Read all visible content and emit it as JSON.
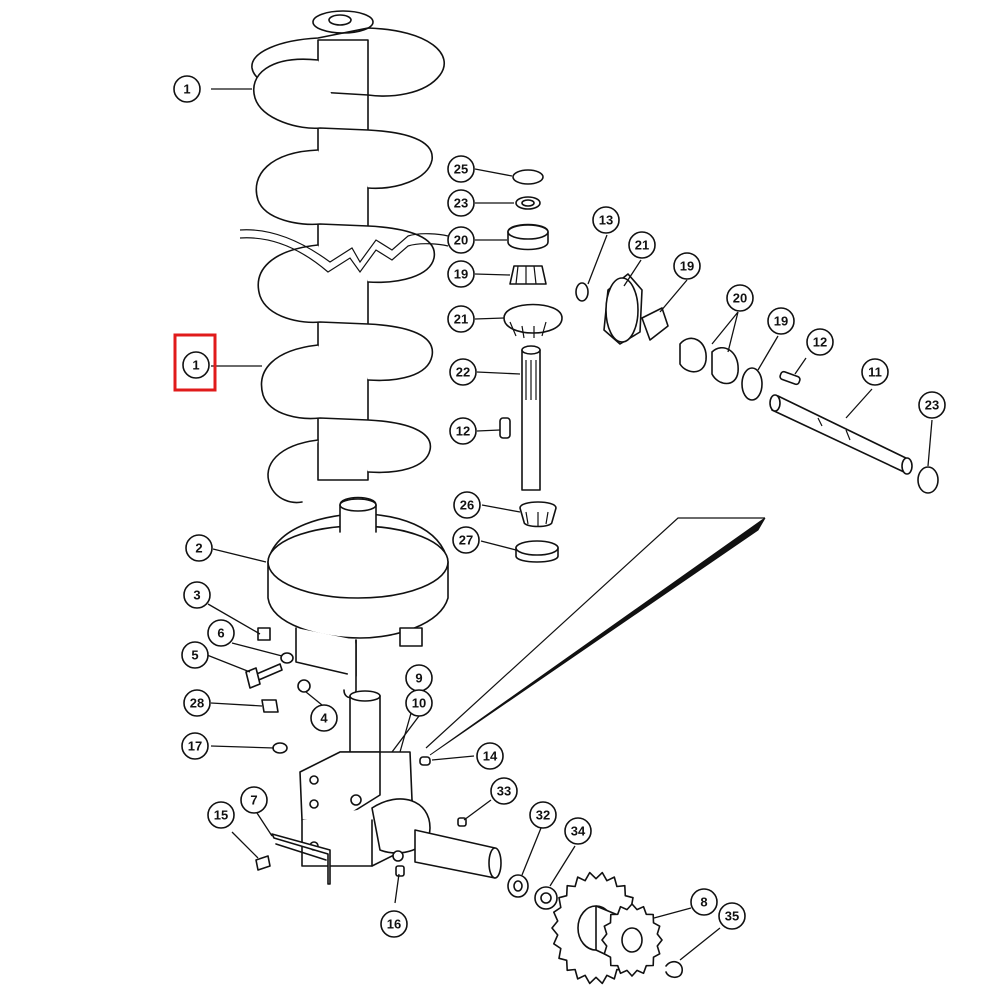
{
  "colors": {
    "line": "#111111",
    "background": "#ffffff",
    "highlight": "#e01b1b"
  },
  "callouts": [
    {
      "id": "c1a",
      "label": "1",
      "highlighted": false
    },
    {
      "id": "c1b",
      "label": "1",
      "highlighted": true
    },
    {
      "id": "c2",
      "label": "2",
      "highlighted": false
    },
    {
      "id": "c3",
      "label": "3",
      "highlighted": false
    },
    {
      "id": "c4",
      "label": "4",
      "highlighted": false
    },
    {
      "id": "c5",
      "label": "5",
      "highlighted": false
    },
    {
      "id": "c6",
      "label": "6",
      "highlighted": false
    },
    {
      "id": "c7",
      "label": "7",
      "highlighted": false
    },
    {
      "id": "c8",
      "label": "8",
      "highlighted": false
    },
    {
      "id": "c9",
      "label": "9",
      "highlighted": false
    },
    {
      "id": "c10",
      "label": "10",
      "highlighted": false
    },
    {
      "id": "c11",
      "label": "11",
      "highlighted": false
    },
    {
      "id": "c12a",
      "label": "12",
      "highlighted": false
    },
    {
      "id": "c12b",
      "label": "12",
      "highlighted": false
    },
    {
      "id": "c13",
      "label": "13",
      "highlighted": false
    },
    {
      "id": "c14",
      "label": "14",
      "highlighted": false
    },
    {
      "id": "c15",
      "label": "15",
      "highlighted": false
    },
    {
      "id": "c16",
      "label": "16",
      "highlighted": false
    },
    {
      "id": "c17",
      "label": "17",
      "highlighted": false
    },
    {
      "id": "c19a",
      "label": "19",
      "highlighted": false
    },
    {
      "id": "c19b",
      "label": "19",
      "highlighted": false
    },
    {
      "id": "c19c",
      "label": "19",
      "highlighted": false
    },
    {
      "id": "c20a",
      "label": "20",
      "highlighted": false
    },
    {
      "id": "c20b",
      "label": "20",
      "highlighted": false
    },
    {
      "id": "c21a",
      "label": "21",
      "highlighted": false
    },
    {
      "id": "c21b",
      "label": "21",
      "highlighted": false
    },
    {
      "id": "c22",
      "label": "22",
      "highlighted": false
    },
    {
      "id": "c23a",
      "label": "23",
      "highlighted": false
    },
    {
      "id": "c23b",
      "label": "23",
      "highlighted": false
    },
    {
      "id": "c25",
      "label": "25",
      "highlighted": false
    },
    {
      "id": "c26",
      "label": "26",
      "highlighted": false
    },
    {
      "id": "c27",
      "label": "27",
      "highlighted": false
    },
    {
      "id": "c28",
      "label": "28",
      "highlighted": false
    },
    {
      "id": "c32",
      "label": "32",
      "highlighted": false
    },
    {
      "id": "c33",
      "label": "33",
      "highlighted": false
    },
    {
      "id": "c34",
      "label": "34",
      "highlighted": false
    },
    {
      "id": "c35",
      "label": "35",
      "highlighted": false
    }
  ]
}
